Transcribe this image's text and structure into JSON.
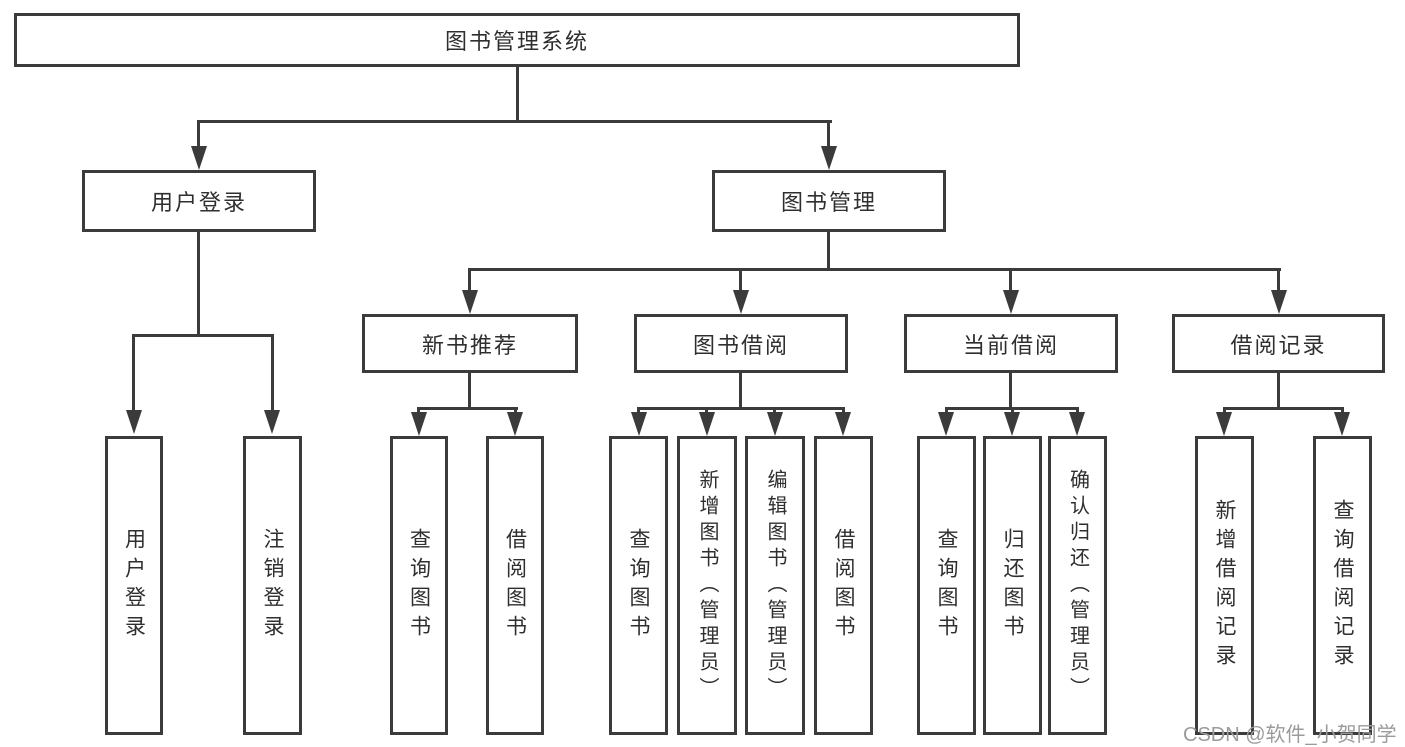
{
  "diagram": {
    "root": {
      "label": "图书管理系统"
    },
    "branches": [
      {
        "label": "用户登录",
        "children": [
          {
            "label": "用户登录"
          },
          {
            "label": "注销登录"
          }
        ]
      },
      {
        "label": "图书管理",
        "children": [
          {
            "label": "新书推荐",
            "children": [
              {
                "label": "查询图书"
              },
              {
                "label": "借阅图书"
              }
            ]
          },
          {
            "label": "图书借阅",
            "children": [
              {
                "label": "查询图书"
              },
              {
                "label": "新增图书（管理员）"
              },
              {
                "label": "编辑图书（管理员）"
              },
              {
                "label": "借阅图书"
              }
            ]
          },
          {
            "label": "当前借阅",
            "children": [
              {
                "label": "查询图书"
              },
              {
                "label": "归还图书"
              },
              {
                "label": "确认归还（管理员）"
              }
            ]
          },
          {
            "label": "借阅记录",
            "children": [
              {
                "label": "新增借阅记录"
              },
              {
                "label": "查询借阅记录"
              }
            ]
          }
        ]
      }
    ]
  },
  "watermark": {
    "text": "CSDN @软件_小贺同学"
  },
  "colors": {
    "line": "#3b3b3b",
    "text": "#2f2f2f",
    "watermark": "#9b9b9b",
    "bg": "#ffffff"
  }
}
